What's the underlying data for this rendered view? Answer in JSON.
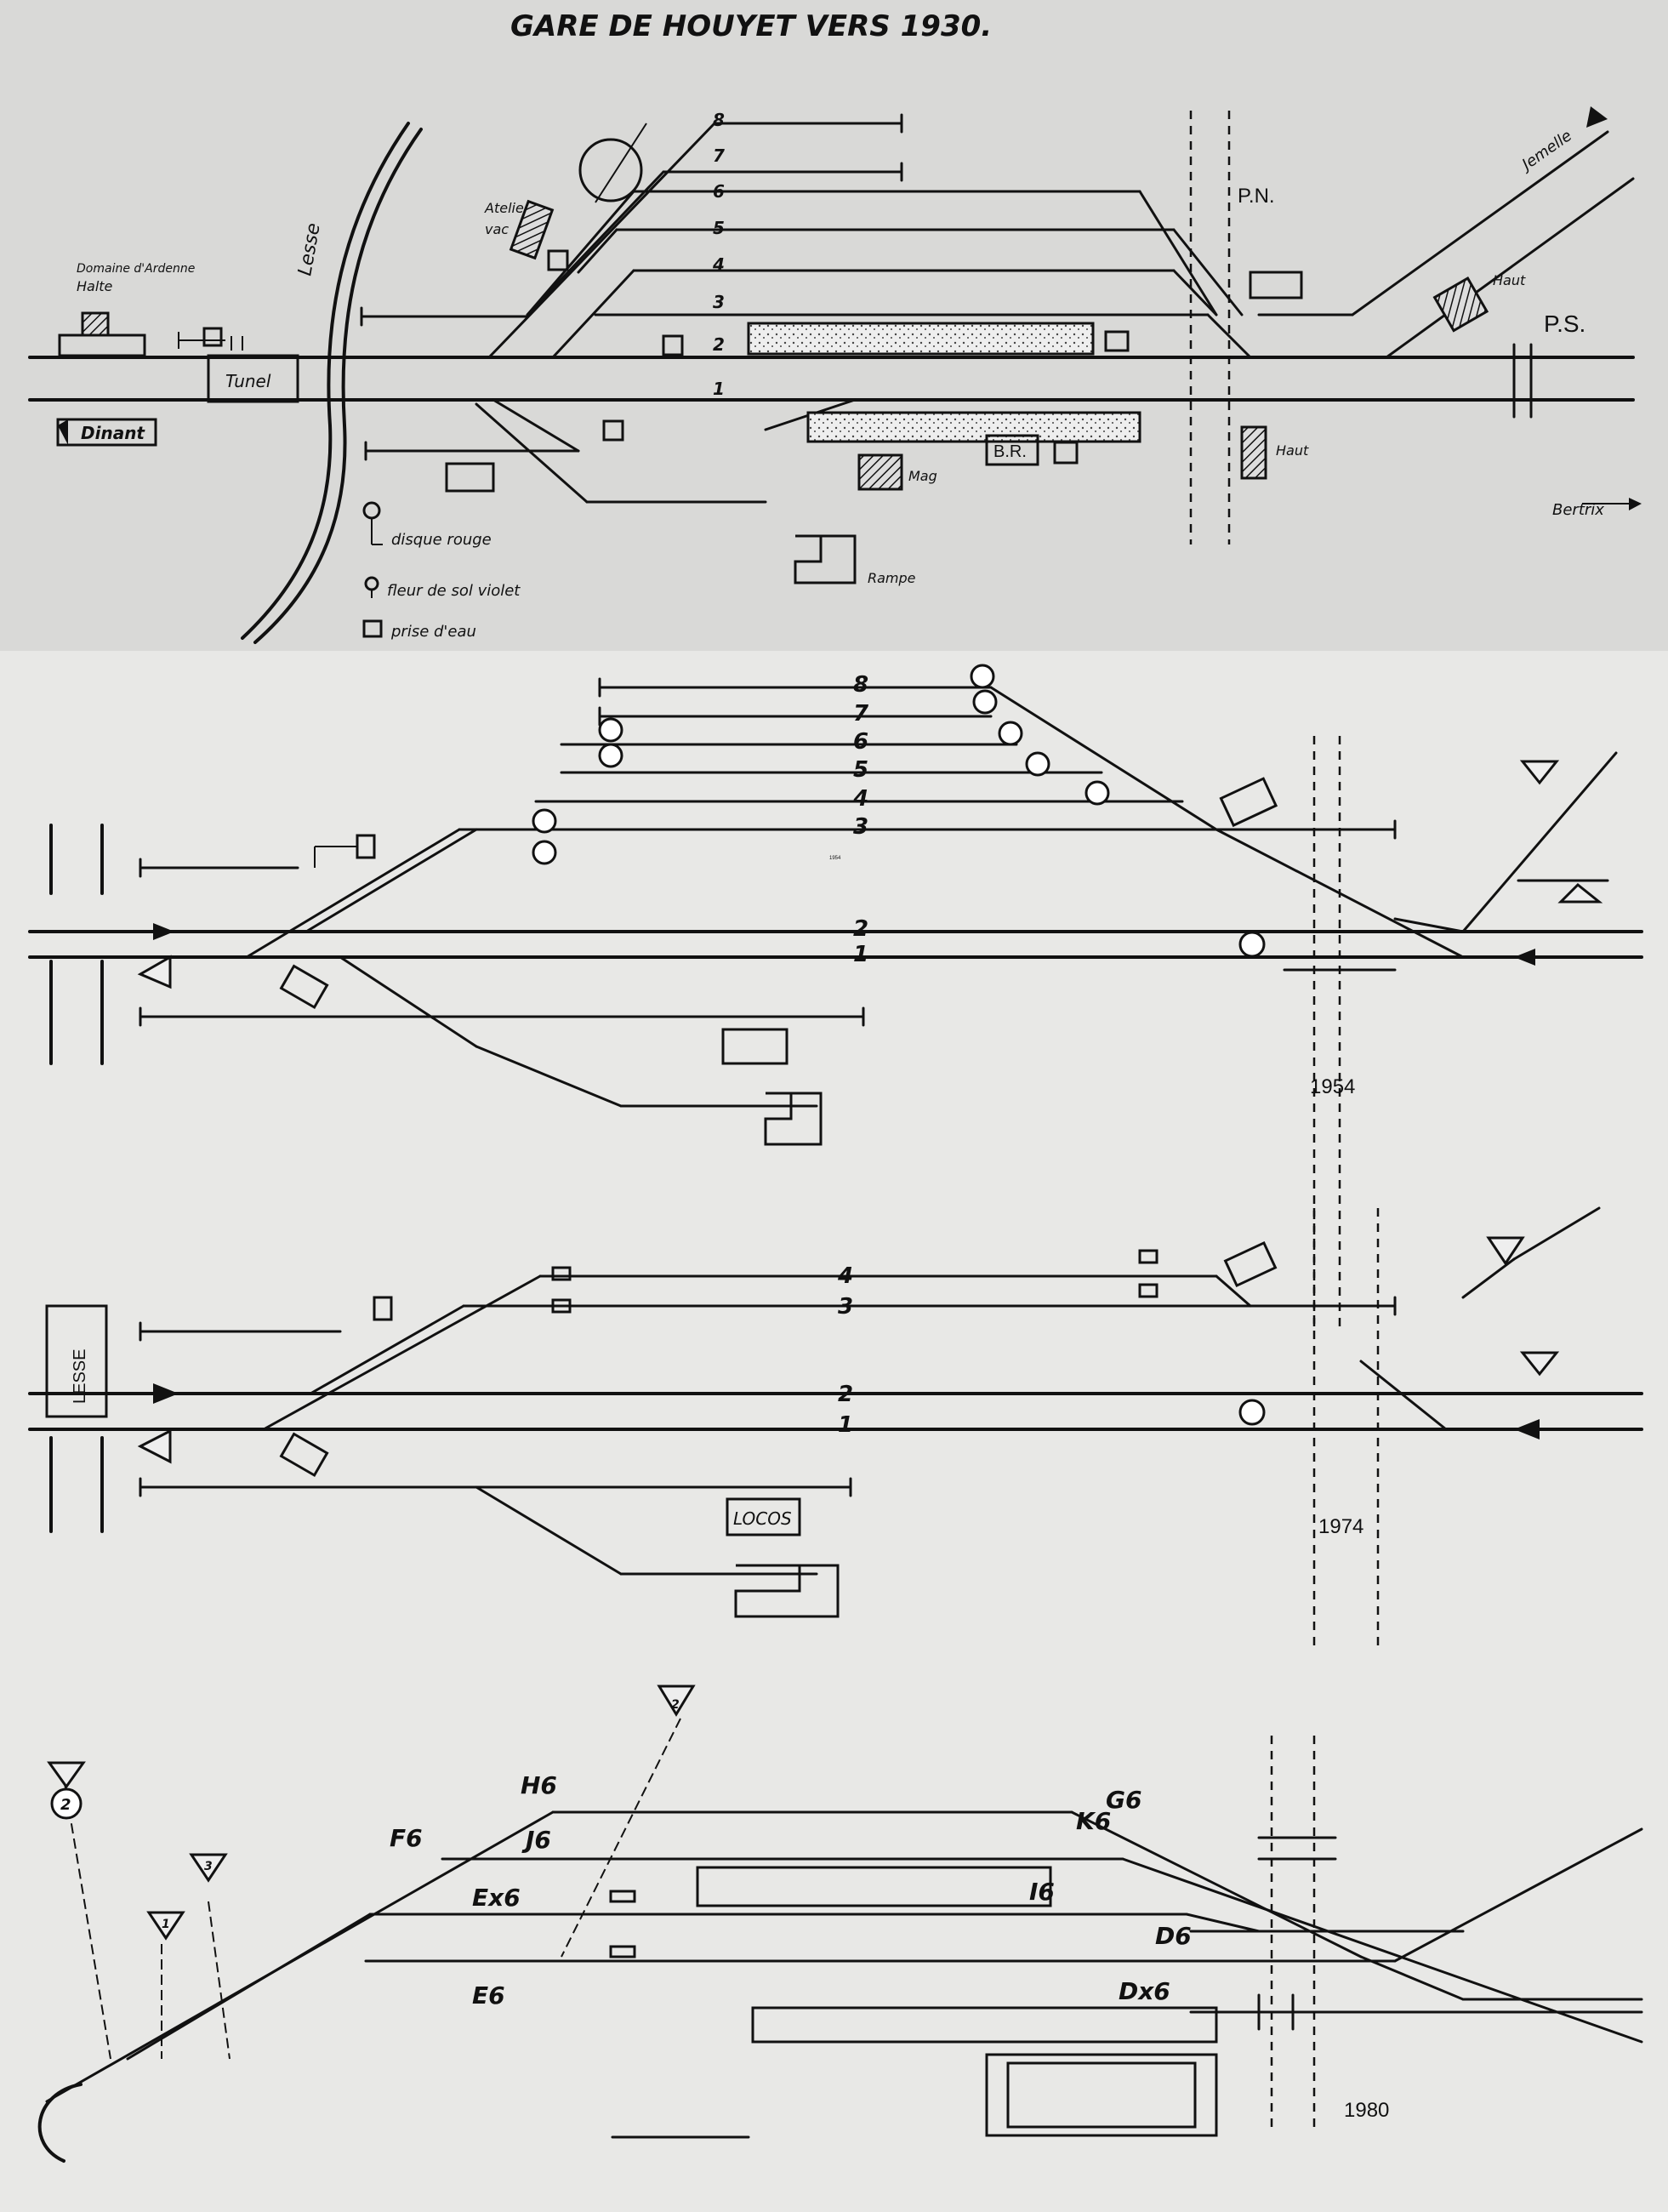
{
  "diagram_1930": {
    "title": "GARE DE HOUYET VERS 1930.",
    "track_numbers": [
      "8",
      "7",
      "6",
      "5",
      "4",
      "3",
      "2",
      "1"
    ],
    "labels": {
      "domaine": "Domaine d'Ardenne",
      "halte": "Halte",
      "tunnel": "Tunel",
      "lesse": "Lesse",
      "dinant": "Dinant",
      "atelier": "Atelier",
      "vac": "vac",
      "pn": "P.N.",
      "ps": "P.S.",
      "jemelle": "Jemelle",
      "bertrix": "Bertrix",
      "br": "B.R.",
      "mag": "Mag",
      "haut_upper": "Haut",
      "haut_lower": "Haut",
      "rampe": "Rampe"
    },
    "legend": [
      {
        "symbol": "disque",
        "label": "disque rouge"
      },
      {
        "symbol": "fleur",
        "label": "fleur de sol violet"
      },
      {
        "symbol": "prise",
        "label": "prise d'eau"
      }
    ]
  },
  "diagram_1954": {
    "year": "1954",
    "small_note": "1954",
    "track_numbers": [
      "8",
      "7",
      "6",
      "5",
      "4",
      "3",
      "2",
      "1"
    ]
  },
  "diagram_1974": {
    "year": "1974",
    "track_numbers": [
      "4",
      "3",
      "2",
      "1"
    ],
    "labels": {
      "lesse": "LESSE",
      "locos": "LOCOS"
    }
  },
  "diagram_1980": {
    "year": "1980",
    "signals": [
      "H6",
      "J6",
      "F6",
      "G6",
      "K6",
      "I6",
      "Ex6",
      "E6",
      "D6",
      "Dx6"
    ],
    "triangle_marks": [
      "2",
      "3",
      "1",
      "2"
    ]
  }
}
